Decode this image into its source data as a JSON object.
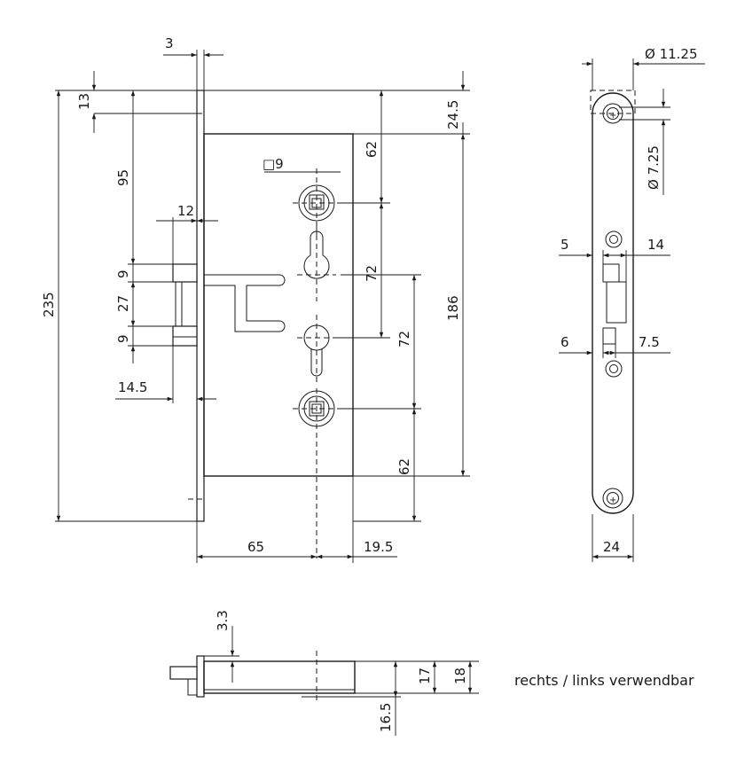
{
  "caption": "rechts / links verwendbar",
  "front_view": {
    "dim_faceplate_thickness": "3",
    "dim_top_to_spindle_offset": "13",
    "dim_top_offset": "24.5",
    "dim_backset_height": "95",
    "dim_square_spindle": "□9",
    "dim_spindle_to_top": "62",
    "dim_latch_projection": "12",
    "dim_latch_height_upper": "9",
    "dim_latch_gap": "27",
    "dim_latch_height_lower": "9",
    "dim_deadbolt_projection": "14.5",
    "dim_center_distance_upper": "72",
    "dim_center_distance_lower": "72",
    "dim_case_height": "186",
    "dim_bottom_offset": "62",
    "dim_faceplate_length": "235",
    "dim_backset": "65",
    "dim_case_rear": "19.5"
  },
  "side_view": {
    "dim_screw_hole_dia": "Ø 11.25",
    "dim_countersink_dia": "Ø 7.25",
    "dim_latch_offset_left": "5",
    "dim_latch_width": "14",
    "dim_bolt_offset_left": "6",
    "dim_bolt_width": "7.5",
    "dim_faceplate_width": "24"
  },
  "bottom_view": {
    "dim_faceplate_thickness": "3.3",
    "dim_case_thickness_inner": "17",
    "dim_case_thickness": "18",
    "dim_spindle_depth": "16.5"
  }
}
